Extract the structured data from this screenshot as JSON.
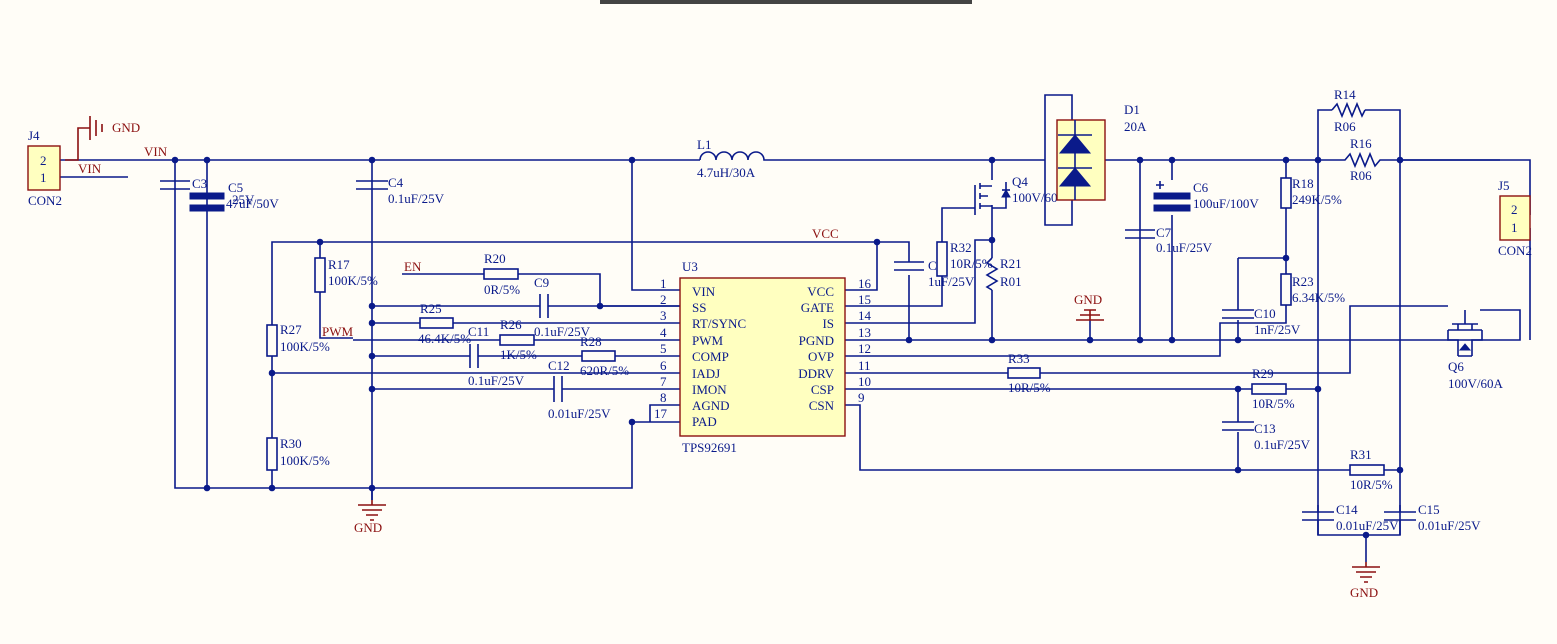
{
  "power_nets": {
    "vin": "VIN",
    "vcc": "VCC",
    "en": "EN",
    "pwm": "PWM",
    "gnd": "GND"
  },
  "ic": {
    "ref": "U3",
    "part": "TPS92691",
    "left_pins": [
      {
        "num": "1",
        "name": "VIN"
      },
      {
        "num": "2",
        "name": "SS"
      },
      {
        "num": "3",
        "name": "RT/SYNC"
      },
      {
        "num": "4",
        "name": "PWM"
      },
      {
        "num": "5",
        "name": "COMP"
      },
      {
        "num": "6",
        "name": "IADJ"
      },
      {
        "num": "7",
        "name": "IMON"
      },
      {
        "num": "8",
        "name": "AGND"
      },
      {
        "num": "17",
        "name": "PAD"
      }
    ],
    "right_pins": [
      {
        "num": "16",
        "name": "VCC"
      },
      {
        "num": "15",
        "name": "GATE"
      },
      {
        "num": "14",
        "name": "IS"
      },
      {
        "num": "13",
        "name": "PGND"
      },
      {
        "num": "12",
        "name": "OVP"
      },
      {
        "num": "11",
        "name": "DDRV"
      },
      {
        "num": "10",
        "name": "CSP"
      },
      {
        "num": "9",
        "name": "CSN"
      }
    ]
  },
  "connectors": [
    {
      "ref": "J4",
      "type": "CON2",
      "p2": "2",
      "p1": "1"
    },
    {
      "ref": "J5",
      "type": "CON2",
      "p2": "2",
      "p1": "1"
    }
  ],
  "components": {
    "C3": {
      "ref": "C3",
      "value": ""
    },
    "C5": {
      "ref": "C5",
      "value": "47uF/50V",
      "overlap": "25V"
    },
    "C4": {
      "ref": "C4",
      "value": "0.1uF/25V"
    },
    "L1": {
      "ref": "L1",
      "value": "4.7uH/30A"
    },
    "Q4": {
      "ref": "Q4",
      "value": "100V/60"
    },
    "D1": {
      "ref": "D1",
      "value": "20A"
    },
    "R14": {
      "ref": "R14",
      "value": "R06"
    },
    "R16": {
      "ref": "R16",
      "value": "R06"
    },
    "C6": {
      "ref": "C6",
      "value": "100uF/100V"
    },
    "C7": {
      "ref": "C7",
      "value": "0.1uF/25V"
    },
    "R18": {
      "ref": "R18",
      "value": "249K/5%"
    },
    "R23": {
      "ref": "R23",
      "value": "6.34K/5%"
    },
    "C10": {
      "ref": "C10",
      "value": "1nF/25V"
    },
    "Q6": {
      "ref": "Q6",
      "value": "100V/60A"
    },
    "R17": {
      "ref": "R17",
      "value": "100K/5%"
    },
    "R20": {
      "ref": "R20",
      "value": "0R/5%"
    },
    "C9": {
      "ref": "C9",
      "value": "0.1uF/25V"
    },
    "R25": {
      "ref": "R25",
      "value": "46.4K/5%"
    },
    "C11": {
      "ref": "C11",
      "value": "0.1uF/25V"
    },
    "R26": {
      "ref": "R26",
      "value": "1K/5%"
    },
    "R28": {
      "ref": "R28",
      "value": "620R/5%"
    },
    "C12": {
      "ref": "C12",
      "value": "0.01uF/25V"
    },
    "R27": {
      "ref": "R27",
      "value": "100K/5%"
    },
    "R30": {
      "ref": "R30",
      "value": "100K/5%"
    },
    "C8": {
      "ref": "C8",
      "value": "1uF/25V"
    },
    "R32": {
      "ref": "R32",
      "value": "10R/5%"
    },
    "R21": {
      "ref": "R21",
      "value": "R01"
    },
    "R33": {
      "ref": "R33",
      "value": "10R/5%"
    },
    "R29": {
      "ref": "R29",
      "value": "10R/5%"
    },
    "C13": {
      "ref": "C13",
      "value": "0.1uF/25V"
    },
    "R31": {
      "ref": "R31",
      "value": "10R/5%"
    },
    "C14": {
      "ref": "C14",
      "value": "0.01uF/25V"
    },
    "C15": {
      "ref": "C15",
      "value": "0.01uF/25V"
    }
  },
  "colors": {
    "wire": "#0a1a8a",
    "net_label": "#8b1010",
    "chip_fill": "#ffffc0",
    "background": "#fffdf7"
  }
}
